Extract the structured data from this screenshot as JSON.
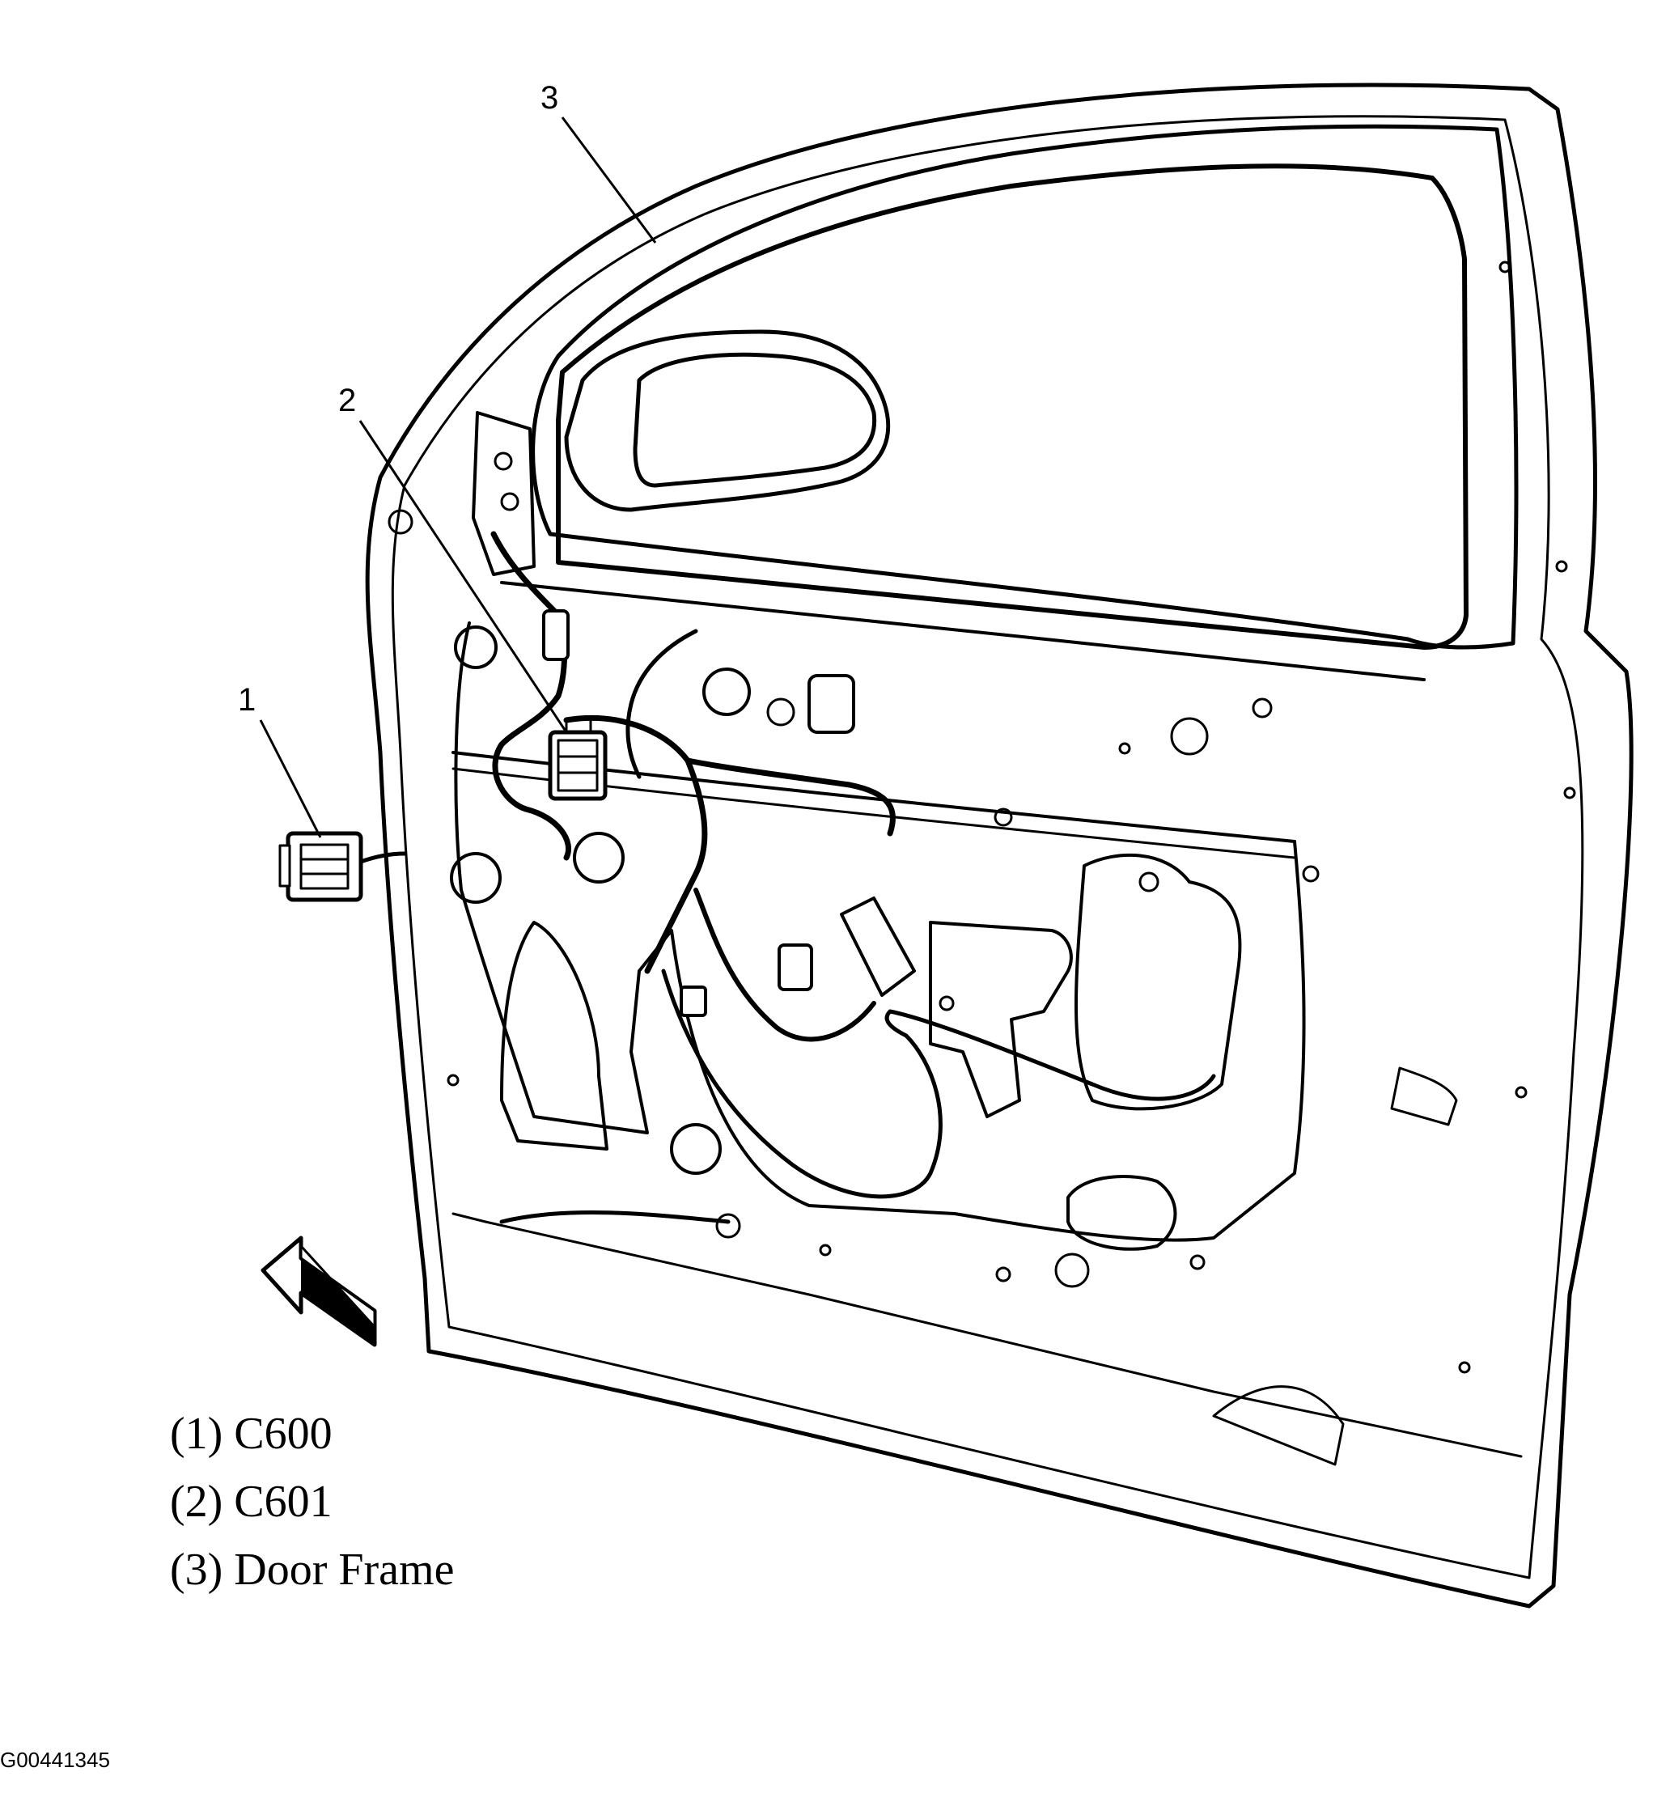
{
  "callouts": {
    "one": "1",
    "two": "2",
    "three": "3"
  },
  "legend": [
    "(1) C600",
    "(2) C601",
    "(3) Door Frame"
  ],
  "figure_id": "G00441345"
}
